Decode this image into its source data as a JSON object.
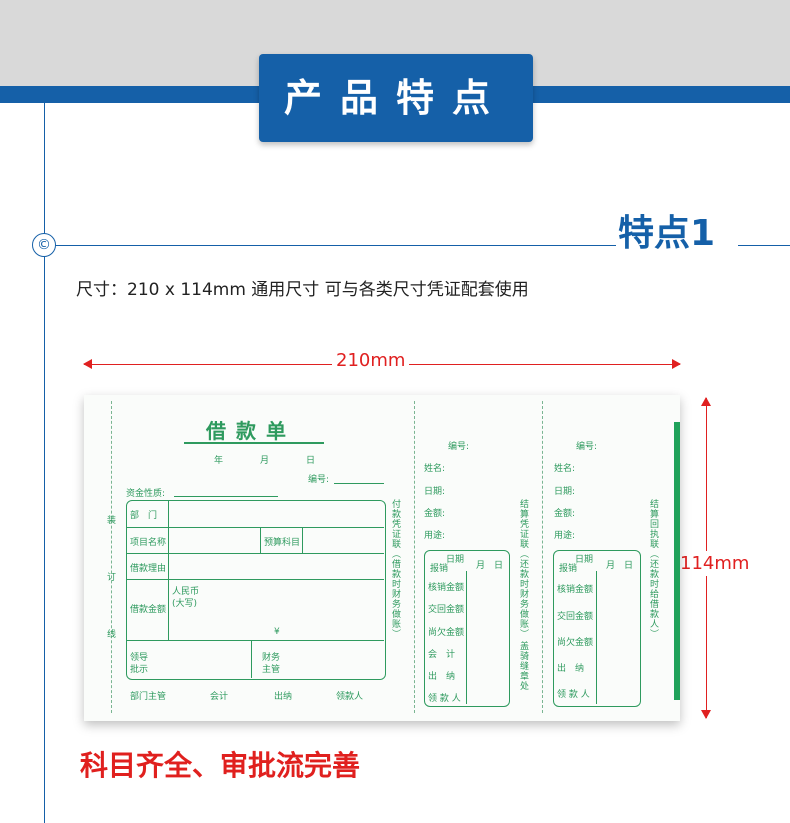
{
  "header": {
    "title": "产品特点"
  },
  "feature": {
    "title": "特点1",
    "copyright_mark": "©",
    "size_text": "尺寸：210 x 114mm  通用尺寸 可与各类尺寸凭证配套使用"
  },
  "dimensions": {
    "width": "210mm",
    "height": "114mm"
  },
  "form": {
    "title": "借款单",
    "date": "年　月　日",
    "number": "编号:",
    "fund_nature": "资金性质:",
    "dept": "部　门",
    "project": "项目名称",
    "budget": "预算科目",
    "reason": "借款理由",
    "amount": "借款金额",
    "rmb": "人民币",
    "daxie": "(大写)",
    "yen": "¥",
    "leader": "领导",
    "approve": "批示",
    "finance": "财务",
    "manager": "主管",
    "footer": [
      "部门主管",
      "会计",
      "出纳",
      "领款人"
    ],
    "stub_side": "付款凭证联（借款时财务做账）",
    "stub2_side": "结算凭证联（还款时财务做账）",
    "stub3_side": "结算回执联（还款时给借款人）",
    "seal": "盖骑缝章处",
    "binding": [
      "装",
      "订",
      "线"
    ],
    "stub": {
      "number": "编号:",
      "name": "姓名:",
      "date": "日期:",
      "amount": "金额:",
      "use": "用途:",
      "date_hdr": "日期",
      "month": "月",
      "day": "日",
      "report": "报销",
      "rows": [
        "核销金额",
        "交回金额",
        "尚欠金额",
        "会　计",
        "出　纳",
        "领 款 人"
      ]
    },
    "stub3": {
      "rows": [
        "核销金额",
        "交回金额",
        "尚欠金额",
        "出　纳",
        "领 款 人"
      ]
    }
  },
  "caption": "科目齐全、审批流完善"
}
